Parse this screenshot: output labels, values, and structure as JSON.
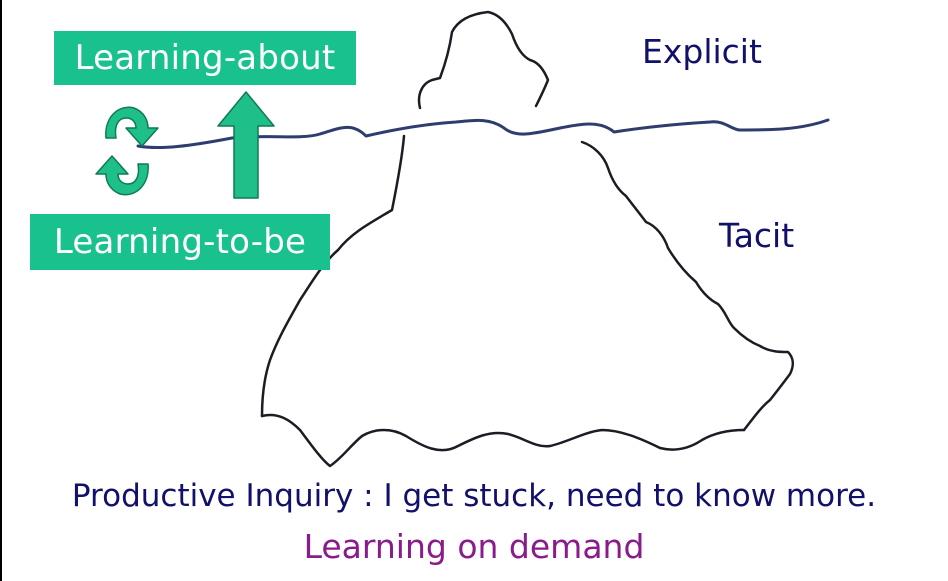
{
  "labels": {
    "learning_about": "Learning-about",
    "learning_to_be": "Learning-to-be",
    "explicit": "Explicit",
    "tacit": "Tacit"
  },
  "bottom": {
    "inquiry": "Productive Inquiry : I get stuck, need to know more.",
    "on_demand": "Learning on demand"
  },
  "colors": {
    "box_fill": "#19c18f",
    "arrow_fill": "#1fbf8a",
    "arrow_stroke": "#0e7a56",
    "text_navy": "#11106b",
    "text_purple": "#8a1b8d",
    "ink": "#1c1c24"
  }
}
